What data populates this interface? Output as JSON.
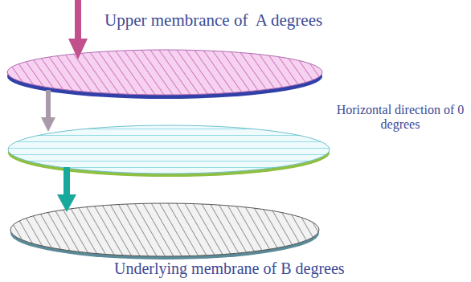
{
  "diagram": {
    "labels": [
      "Upper membrance of  A degrees",
      "Horizontal direction of 0 degrees",
      "Underlying membrane of B degrees"
    ]
  }
}
